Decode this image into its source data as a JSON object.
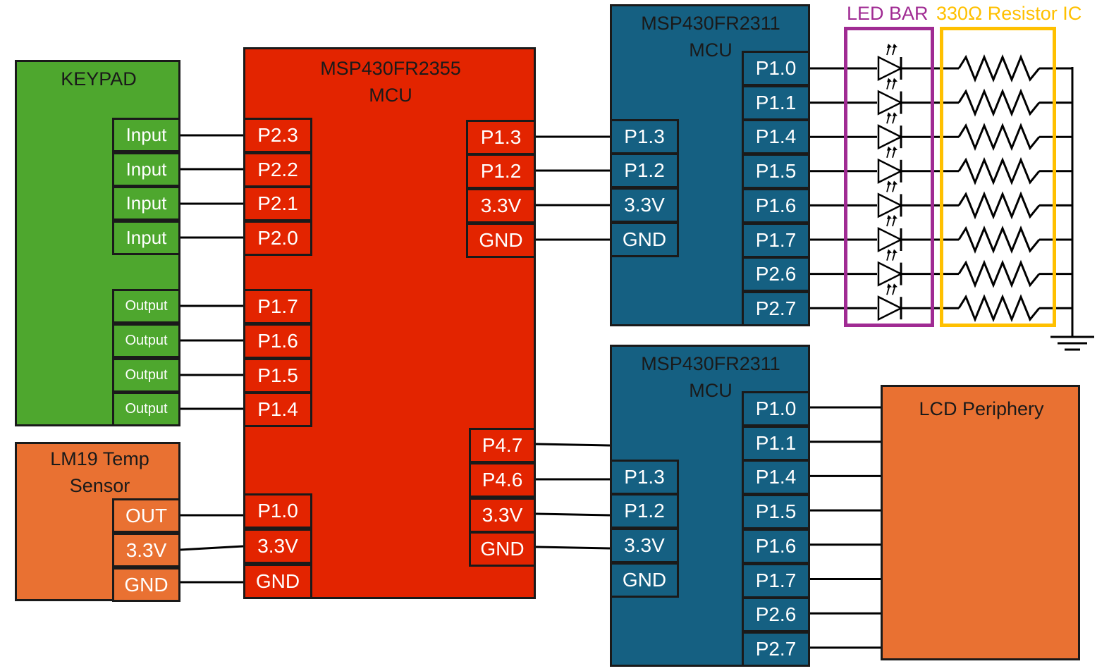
{
  "colors": {
    "keypad": "#4ea72e",
    "mcu_main": "#e32400",
    "mcu_sub": "#156082",
    "orange": "#e97132",
    "led_frame": "#a02b93",
    "resistor_frame": "#ffc000",
    "wire": "#000000"
  },
  "keypad": {
    "title": "KEYPAD",
    "pins": [
      "Input",
      "Input",
      "Input",
      "Input",
      "Output",
      "Output",
      "Output",
      "Output"
    ]
  },
  "temp_sensor": {
    "title_line1": "LM19 Temp",
    "title_line2": "Sensor",
    "pins": [
      "OUT",
      "3.3V",
      "GND"
    ]
  },
  "main_mcu": {
    "title_line1": "MSP430FR2355",
    "title_line2": "MCU",
    "left_pins": [
      "P2.3",
      "P2.2",
      "P2.1",
      "P2.0",
      "P1.7",
      "P1.6",
      "P1.5",
      "P1.4",
      "P1.0",
      "3.3V",
      "GND"
    ],
    "right_pins": [
      "P1.3",
      "P1.2",
      "3.3V",
      "GND",
      "P4.7",
      "P4.6",
      "3.3V",
      "GND"
    ]
  },
  "mcu_top": {
    "title_line1": "MSP430FR2311",
    "title_line2": "MCU",
    "left_pins": [
      "P1.3",
      "P1.2",
      "3.3V",
      "GND"
    ],
    "right_pins": [
      "P1.0",
      "P1.1",
      "P1.4",
      "P1.5",
      "P1.6",
      "P1.7",
      "P2.6",
      "P2.7"
    ]
  },
  "mcu_bottom": {
    "title_line1": "MSP430FR2311",
    "title_line2": "MCU",
    "left_pins": [
      "P1.3",
      "P1.2",
      "3.3V",
      "GND"
    ],
    "right_pins": [
      "P1.0",
      "P1.1",
      "P1.4",
      "P1.5",
      "P1.6",
      "P1.7",
      "P2.6",
      "P2.7"
    ]
  },
  "led_bar": {
    "label": "LED BAR",
    "count": 8
  },
  "resistor_ic": {
    "label": "330Ω Resistor IC",
    "count": 8
  },
  "lcd": {
    "title": "LCD Periphery"
  }
}
